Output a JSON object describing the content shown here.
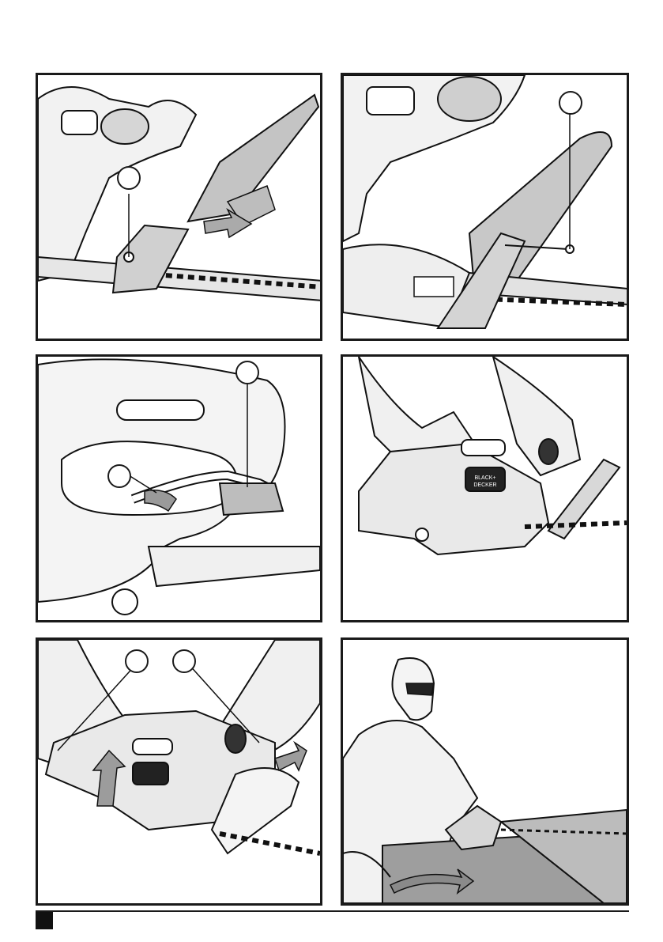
{
  "panels": [
    {
      "id": "fig-1",
      "description_key": "blade-guard-attach",
      "callouts": [
        ""
      ]
    },
    {
      "id": "fig-2",
      "description_key": "blade-guard-screw",
      "callouts": [
        ""
      ]
    },
    {
      "id": "fig-3",
      "description_key": "cable-retainer",
      "callouts": [
        "",
        ""
      ]
    },
    {
      "id": "fig-4",
      "description_key": "two-hand-grip",
      "callouts": []
    },
    {
      "id": "fig-5",
      "description_key": "switch-operation",
      "callouts": [
        "",
        ""
      ]
    },
    {
      "id": "fig-6",
      "description_key": "hedge-cutting",
      "callouts": []
    }
  ],
  "brand_logo": {
    "line1": "BLACK+",
    "line2": "DECKER"
  },
  "page_marker": {
    "label": ""
  }
}
